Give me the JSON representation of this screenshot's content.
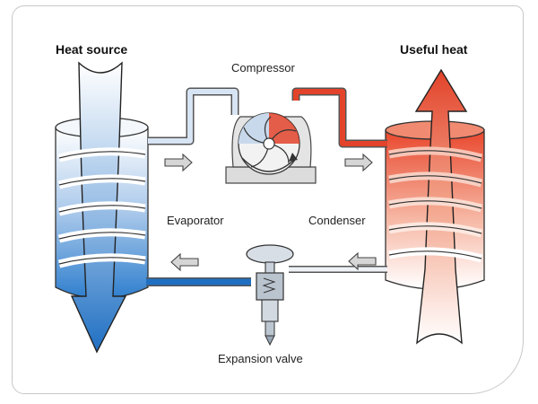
{
  "labels": {
    "heat_source": "Heat source",
    "useful_heat": "Useful heat",
    "compressor": "Compressor",
    "evaporator": "Evaporator",
    "condenser": "Condenser",
    "expansion_valve": "Expansion valve"
  },
  "colors": {
    "cold_blue": "#1e73c8",
    "light_blue": "#cfe0f3",
    "hot_red": "#e8432c",
    "light_red": "#fbe1d6",
    "pipe_outline": "#555555",
    "arrow_fill": "#d6d6d6",
    "valve_gray": "#b9c4cf"
  },
  "icons": [
    "flow-arrow-icon",
    "compressor-fan-icon",
    "expansion-valve-icon"
  ]
}
